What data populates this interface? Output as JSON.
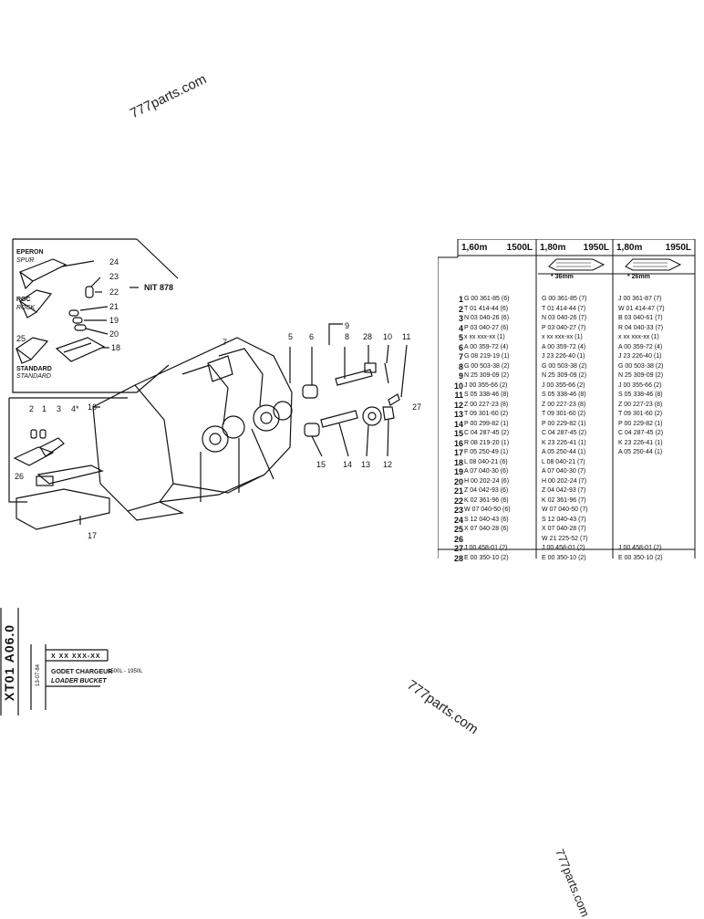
{
  "watermarks": [
    "777parts.com",
    "777parts.com",
    "777parts.com"
  ],
  "callouts": {
    "eperon": "EPERON",
    "spur": "SPUR",
    "roc": "ROC",
    "rock": "ROCK",
    "standard_fr": "STANDARD",
    "standard_en": "STANDARD",
    "nit": "NIT 878",
    "n24": "24",
    "n23": "23",
    "n22": "22",
    "n21": "21",
    "n19": "19",
    "n20": "20",
    "n25": "25",
    "n18": "18",
    "n2": "2",
    "n1": "1",
    "n3": "3",
    "n4": "4*",
    "n26": "26",
    "n16": "16",
    "n17": "17",
    "n7": "7",
    "n5": "5",
    "n6": "6",
    "n9": "9",
    "n8": "8",
    "n28": "28",
    "n10": "10",
    "n11": "11",
    "n27": "27",
    "n15": "15",
    "n14": "14",
    "n13": "13",
    "n12": "12"
  },
  "parts_table": {
    "headers": [
      {
        "left": "1,60m",
        "right": "1500L"
      },
      {
        "left": "1,80m",
        "right": "1950L"
      },
      {
        "left": "1,80m",
        "right": "1950L"
      }
    ],
    "tooth_dims": [
      "* 36mm",
      "* 26mm"
    ],
    "rows": [
      {
        "n": "1",
        "c": [
          "G 00 361-85 (6)",
          "G 00 361-85 (7)",
          "J 00 361-87 (7)"
        ]
      },
      {
        "n": "2",
        "c": [
          "T 01 414-44 (6)",
          "T 01 414-44 (7)",
          "W 01 414-47 (7)"
        ]
      },
      {
        "n": "3",
        "c": [
          "N 03 040-26 (6)",
          "N 03 040-26 (7)",
          "B 03 040-61 (7)"
        ]
      },
      {
        "n": "4",
        "c": [
          "P 03 040-27 (6)",
          "P 03 040-27 (7)",
          "R 04 040-33 (7)"
        ]
      },
      {
        "n": "5",
        "c": [
          "x xx xxx-xx (1)",
          "x xx xxx-xx (1)",
          "x xx xxx-xx (1)"
        ]
      },
      {
        "n": "6",
        "c": [
          "A 00 359-72 (4)",
          "A 00 359-72 (4)",
          "A 00 359-72 (4)"
        ]
      },
      {
        "n": "7",
        "c": [
          "G 08 219-19 (1)",
          "J 23 226-40 (1)",
          "J 23 226-40 (1)"
        ]
      },
      {
        "n": "8",
        "c": [
          "G 00 503-38 (2)",
          "G 00 503-38 (2)",
          "G 00 503-38 (2)"
        ]
      },
      {
        "n": "9",
        "c": [
          "N 25 309-09 (2)",
          "N 25 309-09 (2)",
          "N 25 309-09 (2)"
        ]
      },
      {
        "n": "10",
        "c": [
          "J 00 355-66 (2)",
          "J 00 355-66 (2)",
          "J 00 355-66 (2)"
        ]
      },
      {
        "n": "11",
        "c": [
          "S 05 338-46 (8)",
          "S 05 338-46 (8)",
          "S 05 338-46 (8)"
        ]
      },
      {
        "n": "12",
        "c": [
          "Z 00 227-23 (8)",
          "Z 00 227-23 (8)",
          "Z 00 227-23 (8)"
        ]
      },
      {
        "n": "13",
        "c": [
          "T 09 301-60 (2)",
          "T 09 301-60 (2)",
          "T 09 301-60 (2)"
        ]
      },
      {
        "n": "14",
        "c": [
          "P 00 299-82 (1)",
          "P 00 229-82 (1)",
          "P 00 229-82 (1)"
        ]
      },
      {
        "n": "15",
        "c": [
          "C 04 287-45 (2)",
          "C 04 287-45 (2)",
          "C 04 287-45 (2)"
        ]
      },
      {
        "n": "16",
        "c": [
          "R 08 219-20 (1)",
          "K 23 226-41 (1)",
          "K 23 226-41 (1)"
        ]
      },
      {
        "n": "17",
        "c": [
          "F 05 250-49 (1)",
          "A 05 250-44 (1)",
          "A 05 250-44 (1)"
        ]
      },
      {
        "n": "18",
        "c": [
          "L 08 040-21 (6)",
          "L 08 040-21 (7)",
          ""
        ]
      },
      {
        "n": "19",
        "c": [
          "A 07 040-30 (6)",
          "A 07 040-30 (7)",
          ""
        ]
      },
      {
        "n": "20",
        "c": [
          "H 00 202-24 (6)",
          "H 00 202-24 (7)",
          ""
        ]
      },
      {
        "n": "21",
        "c": [
          "Z 04 042-93 (6)",
          "Z 04 042-93 (7)",
          ""
        ]
      },
      {
        "n": "22",
        "c": [
          "K 02 361-96 (6)",
          "K 02 361-96 (7)",
          ""
        ]
      },
      {
        "n": "23",
        "c": [
          "W 07 040-50 (6)",
          "W 07 040-50 (7)",
          ""
        ]
      },
      {
        "n": "24",
        "c": [
          "S 12 040-43 (6)",
          "S 12 040-43 (7)",
          ""
        ]
      },
      {
        "n": "25",
        "c": [
          "X 07 040-28 (6)",
          "X 07 040-28 (7)",
          ""
        ]
      },
      {
        "n": "26",
        "c": [
          "",
          "W 21 225-52 (7)",
          ""
        ]
      },
      {
        "n": "27",
        "c": [
          "J 00 458-01 (2)",
          "J 00 458-01 (2)",
          "J 00 458-01 (2)"
        ]
      },
      {
        "n": "28",
        "c": [
          "E 00 350-10 (2)",
          "E 00 350-10 (2)",
          "E 00 350-10 (2)"
        ]
      }
    ]
  },
  "title_block": {
    "page_code": "XT01 A06.0",
    "date": "13-07-84",
    "ref_code": "X XX XXX-XX",
    "title_fr": "GODET CHARGEUR",
    "title_en": "LOADER BUCKET",
    "range": "1500L - 1950L"
  }
}
